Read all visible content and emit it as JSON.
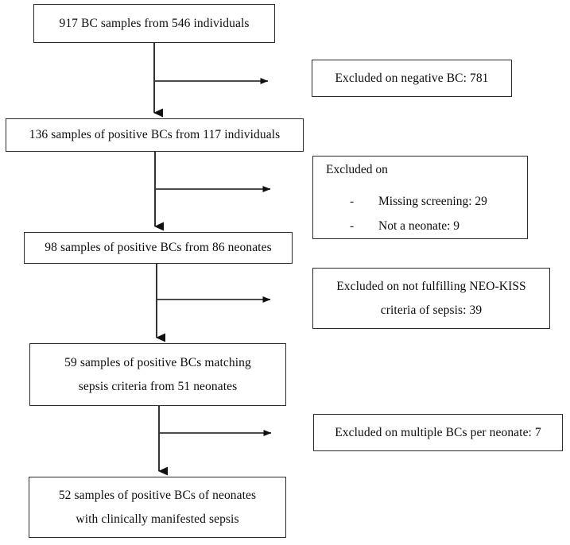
{
  "diagram": {
    "type": "flowchart",
    "title": "Study sample selection flow (blood culture / neonatal sepsis)",
    "line_color": "#2b2b2b",
    "background_color": "#ffffff",
    "main_nodes": [
      {
        "id": "node-1",
        "lines": [
          "917 BC samples from 546 individuals"
        ]
      },
      {
        "id": "node-2",
        "lines": [
          "136 samples of positive BCs from 117 individuals"
        ]
      },
      {
        "id": "node-3",
        "lines": [
          "98 samples of positive BCs from 86 neonates"
        ]
      },
      {
        "id": "node-4",
        "lines": [
          "59 samples of positive BCs matching",
          "sepsis criteria from 51 neonates"
        ]
      },
      {
        "id": "node-5",
        "lines": [
          "52 samples of positive BCs of neonates",
          "with clinically manifested sepsis"
        ]
      }
    ],
    "exclusion_nodes": [
      {
        "id": "exclusion-1",
        "lines": [
          "Excluded on negative BC: 781"
        ]
      },
      {
        "id": "exclusion-2",
        "heading": "Excluded on",
        "bullets": [
          {
            "dash": "-",
            "text": "Missing screening: 29"
          },
          {
            "dash": "-",
            "text": "Not a neonate: 9"
          }
        ]
      },
      {
        "id": "exclusion-3",
        "lines": [
          "Excluded on not fulfilling NEO-KISS",
          "criteria of sepsis: 39"
        ]
      },
      {
        "id": "exclusion-4",
        "lines": [
          "Excluded on multiple BCs per neonate: 7"
        ]
      }
    ]
  }
}
